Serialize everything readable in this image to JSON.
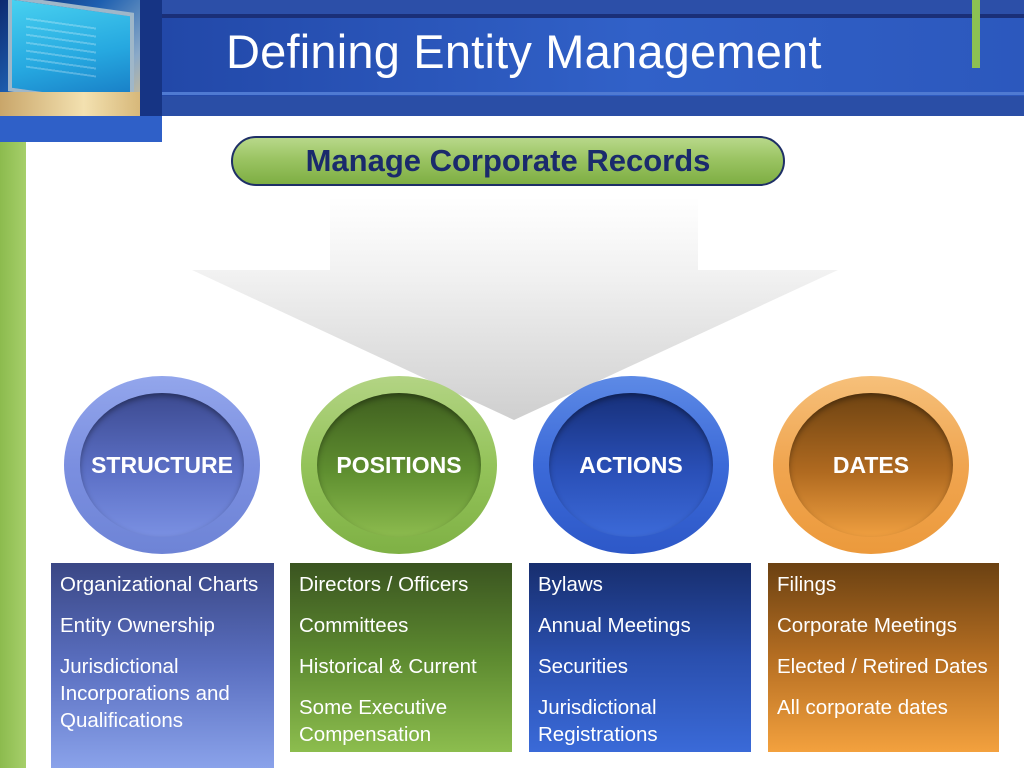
{
  "slide": {
    "title": "Defining Entity Management",
    "banner": "Manage Corporate Records"
  },
  "colors": {
    "header_blue": "#1f3b8f",
    "accent_green": "#8cc152",
    "structure": "#6e84d6",
    "positions": "#8cbb4e",
    "actions": "#3c6ad8",
    "dates": "#ef9f40"
  },
  "categories": [
    {
      "label": "STRUCTURE",
      "items": [
        "Organizational Charts",
        "Entity Ownership",
        "Jurisdictional Incorporations and Qualifications"
      ]
    },
    {
      "label": "POSITIONS",
      "items": [
        "Directors / Officers",
        "Committees",
        "Historical & Current",
        "Some Executive Compensation"
      ]
    },
    {
      "label": "ACTIONS",
      "items": [
        "Bylaws",
        "Annual Meetings",
        "Securities",
        "Jurisdictional Registrations"
      ]
    },
    {
      "label": "DATES",
      "items": [
        "Filings",
        "Corporate Meetings",
        "Elected / Retired Dates",
        "All corporate dates"
      ]
    }
  ]
}
